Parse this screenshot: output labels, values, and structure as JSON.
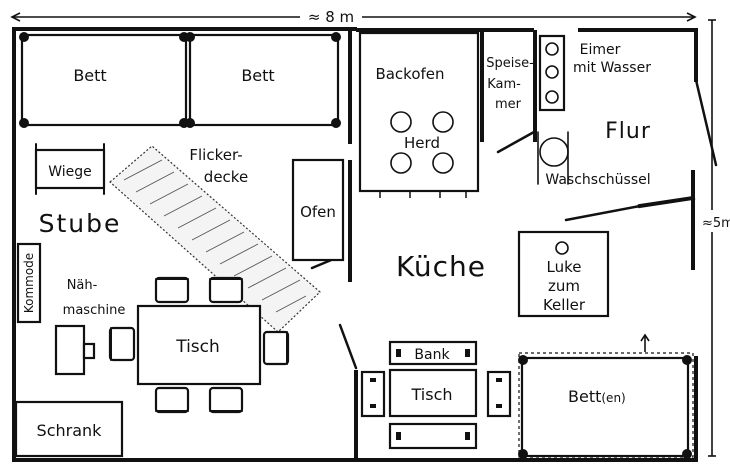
{
  "dimensions": {
    "width": "≈ 8 m",
    "height": "≈5m"
  },
  "rooms": {
    "living": "Stube",
    "kitchen": "Küche",
    "hallway": "Flur"
  },
  "furniture": {
    "bed_left": "Bett",
    "bed_right": "Bett",
    "cradle": "Wiege",
    "quilt_line1": "Flicker-",
    "quilt_line2": "decke",
    "stove_room": "Ofen",
    "dresser": "Kommode",
    "sewing_line1": "Näh-",
    "sewing_line2": "maschine",
    "table_living": "Tisch",
    "wardrobe": "Schrank",
    "oven": "Backofen",
    "range": "Herd",
    "pantry_line1": "Speise-",
    "pantry_line2": "Kam-",
    "pantry_line3": "mer",
    "bucket_line1": "Eimer",
    "bucket_line2": "mit Wasser",
    "washbasin": "Waschschüssel",
    "hatch_line1": "Luke",
    "hatch_line2": "zum",
    "hatch_line3": "Keller",
    "bench": "Bank",
    "table_kitchen": "Tisch",
    "beds_kitchen": "Bett",
    "beds_kitchen_suffix": "(en)"
  }
}
